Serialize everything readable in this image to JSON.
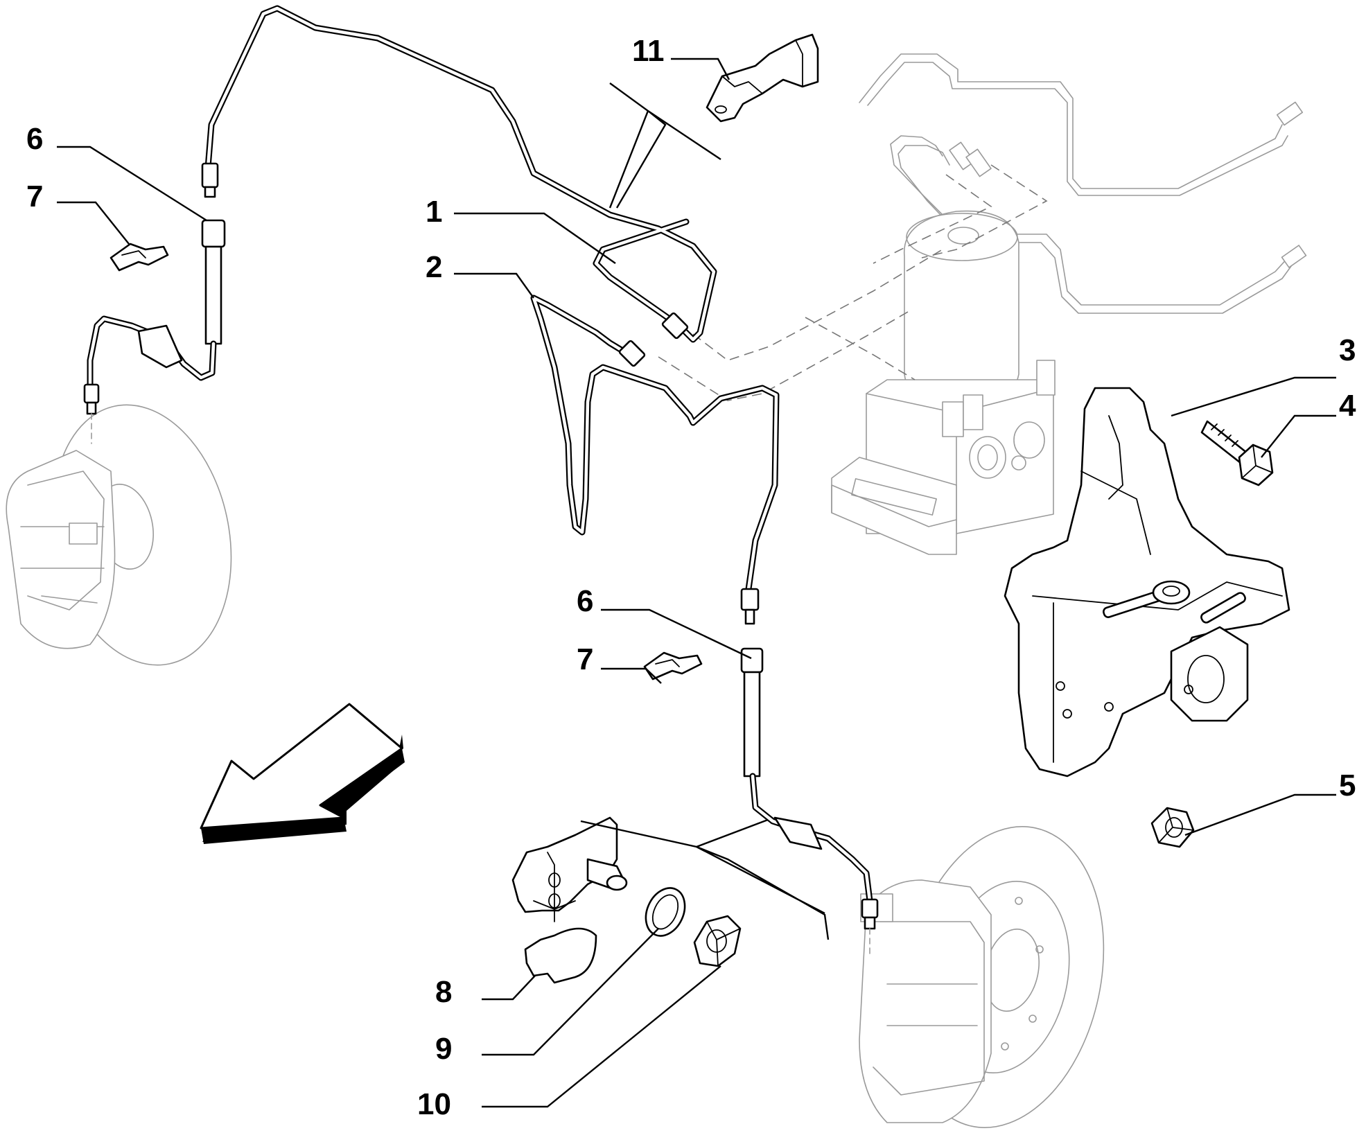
{
  "diagram": {
    "callouts": [
      {
        "id": "c1",
        "label": "1"
      },
      {
        "id": "c2",
        "label": "2"
      },
      {
        "id": "c3",
        "label": "3"
      },
      {
        "id": "c4",
        "label": "4"
      },
      {
        "id": "c5",
        "label": "5"
      },
      {
        "id": "c6a",
        "label": "6"
      },
      {
        "id": "c7a",
        "label": "7"
      },
      {
        "id": "c6b",
        "label": "6"
      },
      {
        "id": "c7b",
        "label": "7"
      },
      {
        "id": "c8",
        "label": "8"
      },
      {
        "id": "c9",
        "label": "9"
      },
      {
        "id": "c10",
        "label": "10"
      },
      {
        "id": "c11",
        "label": "11"
      }
    ]
  }
}
